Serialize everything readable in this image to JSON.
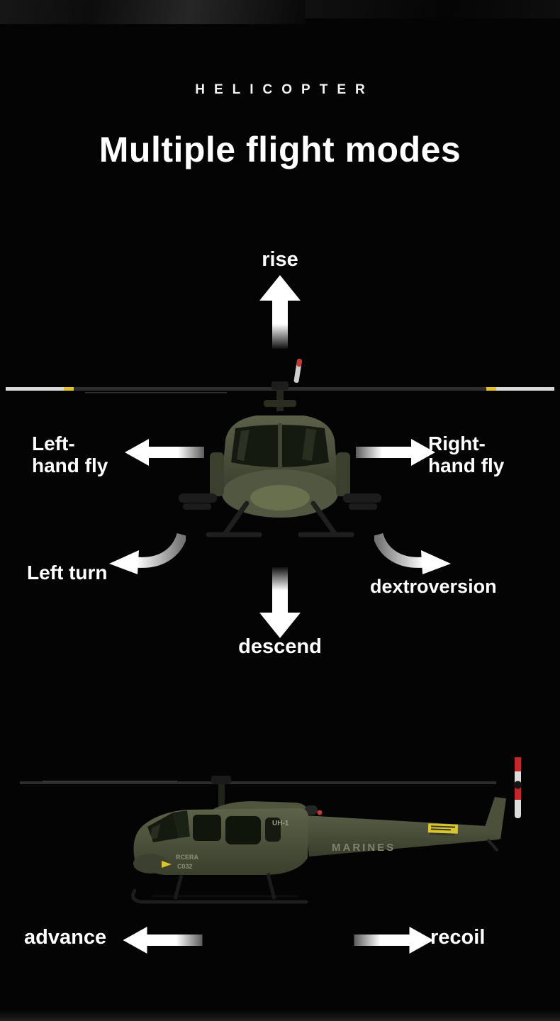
{
  "header": {
    "brand": "HELICOPTER",
    "title": "Multiple flight modes"
  },
  "diagram": {
    "rise": "rise",
    "descend": "descend",
    "left_hand_fly": [
      "Left-",
      "hand fly"
    ],
    "right_hand_fly": [
      "Right-",
      "hand fly"
    ],
    "left_turn": "Left turn",
    "dextroversion": "dextroversion"
  },
  "bottom": {
    "advance": "advance",
    "recoil": "recoil"
  },
  "markings": {
    "model": "UH-1",
    "branch": "MARINES",
    "brand": "RCERA",
    "code": "C032"
  },
  "icons": {
    "rise_arrow": "up-arrow",
    "descend_arrow": "down-arrow",
    "left_fly_arrow": "left-arrow",
    "right_fly_arrow": "right-arrow",
    "left_turn_arrow": "curved-left-arrow",
    "dextroversion_arrow": "curved-right-arrow",
    "advance_arrow": "left-arrow",
    "recoil_arrow": "right-arrow"
  },
  "colors": {
    "background": "#040404",
    "text": "#ffffff",
    "arrow": "#ffffff",
    "body_olive": "#4e5440",
    "glass_dark": "#141a10",
    "tail_rotor_red": "#c2272c",
    "warning_yellow": "#d8c531",
    "blade_tip_yellow": "#e3c229"
  }
}
